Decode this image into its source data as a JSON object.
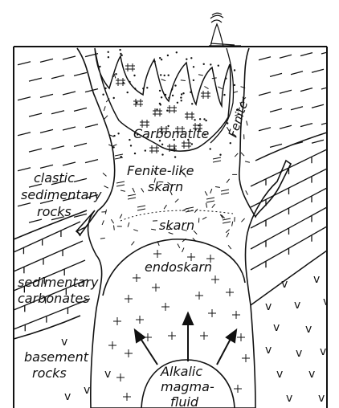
{
  "labels": {
    "carbonatite": "Carbonatite",
    "fenite": "Fenite",
    "fenite_like_1": "Fenite-like",
    "fenite_like_2": "skarn",
    "clastic_1": "clastic",
    "clastic_2": "sedimentary",
    "clastic_3": "rocks",
    "skarn": "skarn",
    "endoskarn": "endoskarn",
    "sed_carb_1": "sedimentary",
    "sed_carb_2": "carbonates",
    "basement_1": "basement",
    "basement_2": "rocks",
    "magma_1": "Alkalic",
    "magma_2": "magma-",
    "magma_3": "fluid"
  },
  "colors": {
    "stroke": "#111111",
    "background": "#ffffff"
  }
}
